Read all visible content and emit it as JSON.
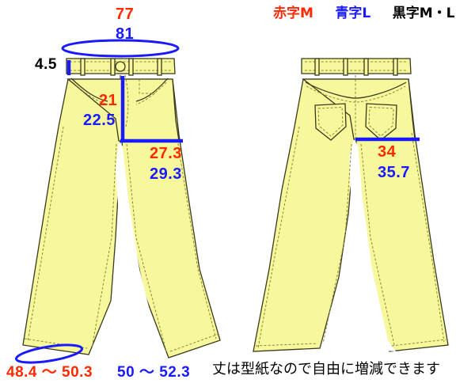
{
  "document": {
    "type": "sewing-pattern-measurement-diagram",
    "garment": "pants",
    "unit_note_implicit": "cm"
  },
  "legend": {
    "red_label": "赤字M",
    "blue_label": "青字L",
    "black_label": "黒字M・L"
  },
  "colors": {
    "red": "#ff2a00",
    "blue": "#1a1aff",
    "black": "#000000",
    "fabric_fill": "#f7f79b",
    "outline": "#3a3a1e",
    "stitch": "#7a7a30"
  },
  "front_view": {
    "name": "front",
    "waist_red": "77",
    "waist_blue": "81",
    "waistband_height_black": "4.5",
    "rise_red": "21",
    "rise_blue": "22.5",
    "thigh_red": "27.3",
    "thigh_blue": "29.3",
    "hem_red": "48.4 〜 50.3",
    "hem_blue": "50 〜 52.3"
  },
  "back_view": {
    "name": "back",
    "hip_red": "34",
    "hip_blue": "35.7"
  },
  "footnote": {
    "text": "丈は型紙なので自由に増減できます"
  }
}
